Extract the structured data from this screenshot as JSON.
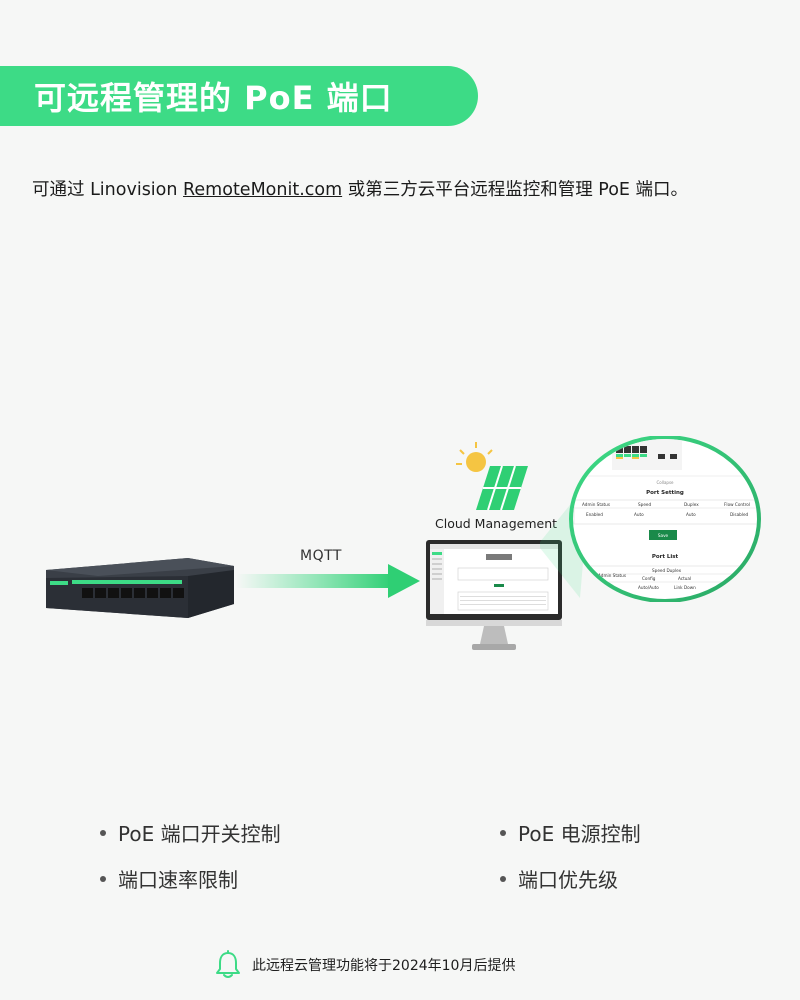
{
  "header": {
    "title": "可远程管理的 PoE 端口"
  },
  "intro": {
    "prefix": "可通过 Linovision ",
    "link": "RemoteMonit.com",
    "suffix": " 或第三方云平台远程监控和管理 PoE 端口。"
  },
  "diagram": {
    "protocol_label": "MQTT",
    "cloud_label": "Cloud Management",
    "zoom_panel": {
      "section_title": "Port Setting",
      "collapse_label": "Collapse",
      "columns": [
        "Admin Status",
        "Speed",
        "Duplex",
        "Flow Control"
      ],
      "row_values": [
        "Enabled",
        "Auto",
        "Auto",
        "Disabled"
      ],
      "save_label": "Save",
      "list_title": "Port List",
      "list_columns": [
        "Admin Status",
        "Speed Duplex"
      ],
      "list_subcolumns": [
        "Config",
        "Actual"
      ],
      "list_values": [
        "Auto/Auto",
        "Link Down"
      ]
    },
    "colors": {
      "accent": "#3ddb86",
      "dark_green": "#1a8a4a",
      "switch_body": "#2b2f36"
    }
  },
  "features": [
    {
      "label": "PoE 端口开关控制"
    },
    {
      "label": "PoE 电源控制"
    },
    {
      "label": "端口速率限制"
    },
    {
      "label": "端口优先级"
    }
  ],
  "notice": {
    "icon": "bell-icon",
    "text": "此远程云管理功能将于2024年10月后提供"
  }
}
